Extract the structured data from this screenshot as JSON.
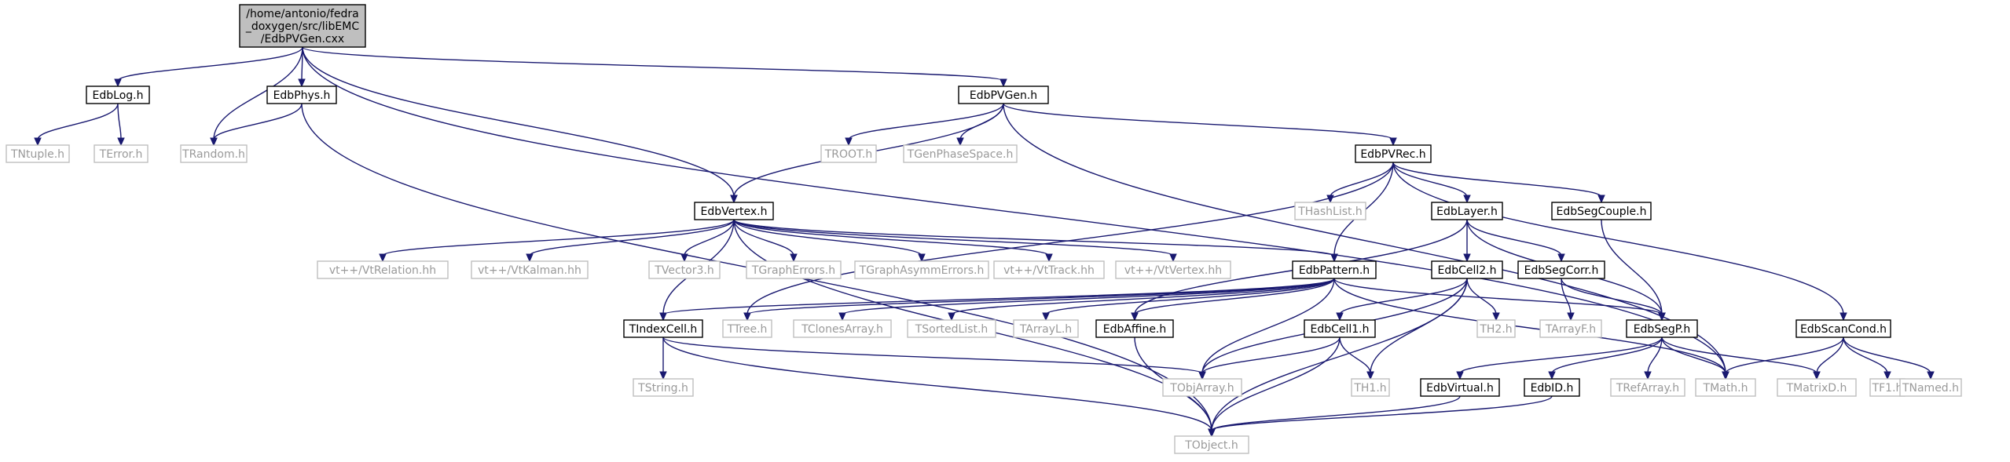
{
  "root": {
    "id": "root",
    "lines": [
      "/home/antonio/fedra",
      "_doxygen/src/libEMC",
      "/EdbPVGen.cxx"
    ]
  },
  "nodes": [
    {
      "id": "EdbLog",
      "label": "EdbLog.h",
      "external": false
    },
    {
      "id": "EdbPhys",
      "label": "EdbPhys.h",
      "external": false
    },
    {
      "id": "EdbPVGen",
      "label": "EdbPVGen.h",
      "external": false
    },
    {
      "id": "TNtuple",
      "label": "TNtuple.h",
      "external": true
    },
    {
      "id": "TError",
      "label": "TError.h",
      "external": true
    },
    {
      "id": "TRandom",
      "label": "TRandom.h",
      "external": true
    },
    {
      "id": "TROOT",
      "label": "TROOT.h",
      "external": true
    },
    {
      "id": "TGenPhaseSpace",
      "label": "TGenPhaseSpace.h",
      "external": true
    },
    {
      "id": "EdbPVRec",
      "label": "EdbPVRec.h",
      "external": false
    },
    {
      "id": "THashList",
      "label": "THashList.h",
      "external": true
    },
    {
      "id": "EdbLayer",
      "label": "EdbLayer.h",
      "external": false
    },
    {
      "id": "EdbSegCouple",
      "label": "EdbSegCouple.h",
      "external": false
    },
    {
      "id": "EdbVertex",
      "label": "EdbVertex.h",
      "external": false
    },
    {
      "id": "VtRelation",
      "label": "vt++/VtRelation.hh",
      "external": true
    },
    {
      "id": "VtKalman",
      "label": "vt++/VtKalman.hh",
      "external": true
    },
    {
      "id": "TVector3",
      "label": "TVector3.h",
      "external": true
    },
    {
      "id": "TGraphErrors",
      "label": "TGraphErrors.h",
      "external": true
    },
    {
      "id": "TGraphAsymmErrors",
      "label": "TGraphAsymmErrors.h",
      "external": true
    },
    {
      "id": "VtTrack",
      "label": "vt++/VtTrack.hh",
      "external": true
    },
    {
      "id": "VtVertex",
      "label": "vt++/VtVertex.hh",
      "external": true
    },
    {
      "id": "EdbPattern",
      "label": "EdbPattern.h",
      "external": false
    },
    {
      "id": "EdbCell2",
      "label": "EdbCell2.h",
      "external": false
    },
    {
      "id": "EdbSegCorr",
      "label": "EdbSegCorr.h",
      "external": false
    },
    {
      "id": "TIndexCell",
      "label": "TIndexCell.h",
      "external": false
    },
    {
      "id": "TTree",
      "label": "TTree.h",
      "external": true
    },
    {
      "id": "TClonesArray",
      "label": "TClonesArray.h",
      "external": true
    },
    {
      "id": "TSortedList",
      "label": "TSortedList.h",
      "external": true
    },
    {
      "id": "TArrayL",
      "label": "TArrayL.h",
      "external": true
    },
    {
      "id": "EdbAffine",
      "label": "EdbAffine.h",
      "external": false
    },
    {
      "id": "EdbCell1",
      "label": "EdbCell1.h",
      "external": false
    },
    {
      "id": "TH2",
      "label": "TH2.h",
      "external": true
    },
    {
      "id": "TArrayF",
      "label": "TArrayF.h",
      "external": true
    },
    {
      "id": "EdbSegP",
      "label": "EdbSegP.h",
      "external": false
    },
    {
      "id": "EdbScanCond",
      "label": "EdbScanCond.h",
      "external": false
    },
    {
      "id": "TString",
      "label": "TString.h",
      "external": true
    },
    {
      "id": "TObjArray",
      "label": "TObjArray.h",
      "external": true
    },
    {
      "id": "TH1",
      "label": "TH1.h",
      "external": true
    },
    {
      "id": "EdbVirtual",
      "label": "EdbVirtual.h",
      "external": false
    },
    {
      "id": "EdbID",
      "label": "EdbID.h",
      "external": false
    },
    {
      "id": "TRefArray",
      "label": "TRefArray.h",
      "external": true
    },
    {
      "id": "TMath",
      "label": "TMath.h",
      "external": true
    },
    {
      "id": "TMatrixD",
      "label": "TMatrixD.h",
      "external": true
    },
    {
      "id": "TF1",
      "label": "TF1.h",
      "external": true
    },
    {
      "id": "TNamed",
      "label": "TNamed.h",
      "external": true
    },
    {
      "id": "TObject",
      "label": "TObject.h",
      "external": true
    }
  ],
  "edges": [
    [
      "root",
      "EdbLog"
    ],
    [
      "root",
      "EdbPhys"
    ],
    [
      "root",
      "TRandom"
    ],
    [
      "root",
      "EdbPVGen"
    ],
    [
      "root",
      "EdbVertex"
    ],
    [
      "root",
      "TMath"
    ],
    [
      "EdbLog",
      "TNtuple"
    ],
    [
      "EdbLog",
      "TError"
    ],
    [
      "EdbPhys",
      "TRandom"
    ],
    [
      "EdbPhys",
      "TObject"
    ],
    [
      "EdbPVGen",
      "TROOT"
    ],
    [
      "EdbPVGen",
      "TGenPhaseSpace"
    ],
    [
      "EdbPVGen",
      "EdbPVRec"
    ],
    [
      "EdbPVGen",
      "EdbVertex"
    ],
    [
      "EdbPVGen",
      "TMath"
    ],
    [
      "EdbPVRec",
      "THashList"
    ],
    [
      "EdbPVRec",
      "EdbLayer"
    ],
    [
      "EdbPVRec",
      "EdbSegCouple"
    ],
    [
      "EdbPVRec",
      "EdbPattern"
    ],
    [
      "EdbPVRec",
      "EdbScanCond"
    ],
    [
      "EdbPVRec",
      "TTree"
    ],
    [
      "EdbVertex",
      "VtRelation"
    ],
    [
      "EdbVertex",
      "VtKalman"
    ],
    [
      "EdbVertex",
      "TVector3"
    ],
    [
      "EdbVertex",
      "TGraphErrors"
    ],
    [
      "EdbVertex",
      "TGraphAsymmErrors"
    ],
    [
      "EdbVertex",
      "VtTrack"
    ],
    [
      "EdbVertex",
      "VtVertex"
    ],
    [
      "EdbVertex",
      "EdbPattern"
    ],
    [
      "EdbVertex",
      "TIndexCell"
    ],
    [
      "EdbVertex",
      "TObject"
    ],
    [
      "EdbLayer",
      "EdbCell2"
    ],
    [
      "EdbLayer",
      "EdbSegCorr"
    ],
    [
      "EdbLayer",
      "EdbAffine"
    ],
    [
      "EdbLayer",
      "EdbSegP"
    ],
    [
      "EdbSegCouple",
      "EdbSegP"
    ],
    [
      "EdbPattern",
      "TIndexCell"
    ],
    [
      "EdbPattern",
      "TTree"
    ],
    [
      "EdbPattern",
      "TClonesArray"
    ],
    [
      "EdbPattern",
      "TSortedList"
    ],
    [
      "EdbPattern",
      "TArrayL"
    ],
    [
      "EdbPattern",
      "EdbAffine"
    ],
    [
      "EdbPattern",
      "TObjArray"
    ],
    [
      "EdbPattern",
      "EdbSegP"
    ],
    [
      "EdbPattern",
      "TMath"
    ],
    [
      "EdbCell2",
      "EdbCell1"
    ],
    [
      "EdbCell2",
      "TH2"
    ],
    [
      "EdbCell2",
      "TH1"
    ],
    [
      "EdbCell2",
      "TObjArray"
    ],
    [
      "EdbCell2",
      "TObject"
    ],
    [
      "EdbSegCorr",
      "TArrayF"
    ],
    [
      "EdbSegCorr",
      "EdbSegP"
    ],
    [
      "TIndexCell",
      "TString"
    ],
    [
      "TIndexCell",
      "TObjArray"
    ],
    [
      "TIndexCell",
      "TObject"
    ],
    [
      "EdbAffine",
      "TObject"
    ],
    [
      "EdbCell1",
      "TH1"
    ],
    [
      "EdbCell1",
      "TObjArray"
    ],
    [
      "EdbCell1",
      "TObject"
    ],
    [
      "EdbSegP",
      "EdbVirtual"
    ],
    [
      "EdbSegP",
      "EdbID"
    ],
    [
      "EdbSegP",
      "TRefArray"
    ],
    [
      "EdbSegP",
      "TMath"
    ],
    [
      "EdbSegP",
      "TMatrixD"
    ],
    [
      "EdbScanCond",
      "TMath"
    ],
    [
      "EdbScanCond",
      "TMatrixD"
    ],
    [
      "EdbScanCond",
      "TF1"
    ],
    [
      "EdbScanCond",
      "TNamed"
    ],
    [
      "EdbVirtual",
      "TObject"
    ],
    [
      "EdbID",
      "TObject"
    ]
  ]
}
